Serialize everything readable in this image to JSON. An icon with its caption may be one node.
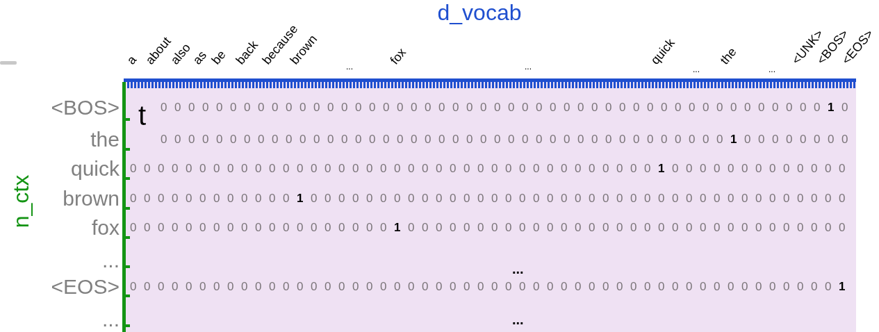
{
  "diagram": {
    "labels": [
      "d_vocab",
      "a",
      "about",
      "also",
      "as",
      "be",
      "back",
      "because",
      "brown",
      "...",
      "fox",
      "...",
      "quick",
      "...",
      "the",
      "...",
      "<UNK>",
      "<BOS>",
      "<EOS>",
      "n_ctx",
      "<BOS>",
      "t",
      "0 0 0 0 0 0 0 0 0 0 0 0 0 0 0 0 0 0 0 0 0 0 0 0 0 0 0 0 0 0 0 0 0 0 0 0 0 0 0 0 0 0 0 0 0 0 0 0 **1** 0",
      "the",
      "0 0 0 0 0 0 0 0 0 0 0 0 0 0 0 0 0 0 0 0 0 0 0 0 0 0 0 0 0 0 0 0 0 0 0 0 0 0 0 0 0 **1** 0 0 0 0 0 0 0 0",
      "quick",
      "0 0 0 0 0 0 0 0 0 0 0 0 0 0 0 0 0 0 0 0 0 0 0 0 0 0 0 0 0 0 0 0 0 0 0 0 0 0 **1** 0 0 0 0 0 0 0 0 0 0 0 0 0",
      "brown",
      "0 0 0 0 0 0 0 0 0 0 0 0 **1** 0 0 0 0 0 0 0 0 0 0 0 0 0 0 0 0 0 0 0 0 0 0 0 0 0 0 0 0 0 0 0 0 0 0 0 0 0 0 0",
      "fox",
      "0 0 0 0 0 0 0 0 0 0 0 0 0 0 0 0 0 0 0 **1** 0 0 0 0 0 0 0 0 0 0 0 0 0 0 0 0 0 0 0 0 0 0 0 0 0 0 0 0 0 0 0 0",
      "...",
      "...",
      "<EOS>",
      "0 0 0 0 0 0 0 0 0 0 0 0 0 0 0 0 0 0 0 0 0 0 0 0 0 0 0 0 0 0 0 0 0 0 0 0 0 0 0 0 0 0 0 0 0 0 0 0 0 0 0 **1**",
      "...",
      "..."
    ]
  }
}
